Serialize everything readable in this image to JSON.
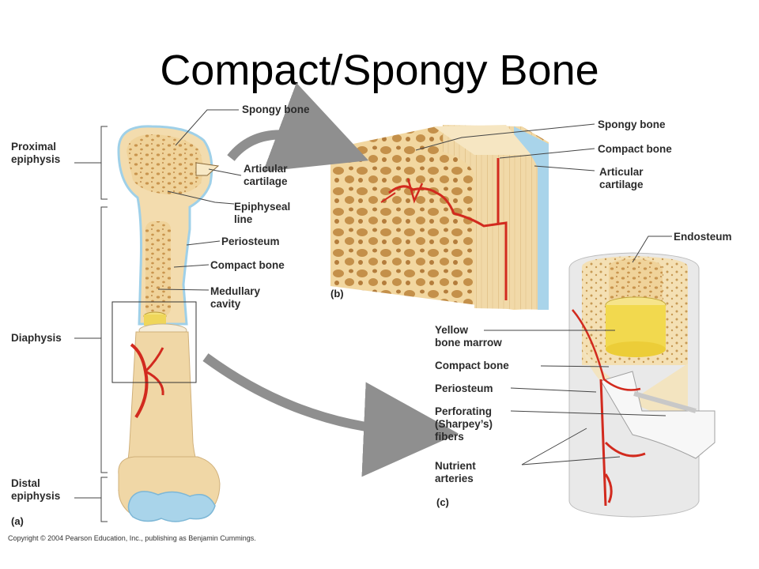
{
  "title": "Compact/Spongy Bone",
  "panel_a": {
    "panel_label": "(a)",
    "left_labels": {
      "proximal_epiphysis": "Proximal\nepiphysis",
      "diaphysis": "Diaphysis",
      "distal_epiphysis": "Distal\nepiphysis"
    },
    "right_labels": {
      "spongy_bone": "Spongy bone",
      "articular_cartilage": "Articular\ncartilage",
      "epiphyseal_line": "Epiphyseal\nline",
      "periosteum": "Periosteum",
      "compact_bone": "Compact bone",
      "medullary_cavity": "Medullary\ncavity"
    }
  },
  "panel_b": {
    "panel_label": "(b)",
    "labels": {
      "spongy_bone": "Spongy bone",
      "compact_bone": "Compact bone",
      "articular_cartilage": "Articular\ncartilage"
    }
  },
  "panel_c": {
    "panel_label": "(c)",
    "labels": {
      "endosteum": "Endosteum",
      "yellow_bone_marrow": "Yellow\nbone marrow",
      "compact_bone": "Compact bone",
      "periosteum": "Periosteum",
      "perforating_fibers": "Perforating\n(Sharpey’s)\nfibers",
      "nutrient_arteries": "Nutrient\narteries"
    }
  },
  "copyright": "Copyright © 2004 Pearson Education, Inc., publishing as Benjamin Cummings.",
  "colors": {
    "bone": "#f3dcae",
    "spongy": "#e8c07a",
    "cartilage": "#a9d4ea",
    "artery": "#d22a1e",
    "marrow": "#f4e27a",
    "periosteum": "#e9e9e9",
    "arrow": "#8f8f8f"
  }
}
